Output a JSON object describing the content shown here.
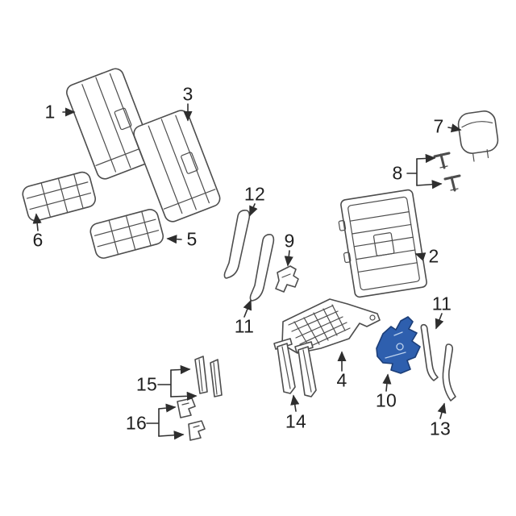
{
  "canvas": {
    "background": "#ffffff"
  },
  "diagram": {
    "type": "exploded-parts-diagram",
    "line_color": "#4d4d4d",
    "highlight_color": "#2e5fae",
    "label_color": "#1f1f1f",
    "labels": {
      "n1": "1",
      "n2": "2",
      "n3": "3",
      "n4": "4",
      "n5": "5",
      "n6": "6",
      "n7": "7",
      "n8": "8",
      "n9": "9",
      "n10": "10",
      "n11a": "11",
      "n11b": "11",
      "n12": "12",
      "n13": "13",
      "n14": "14",
      "n15": "15",
      "n16": "16"
    }
  }
}
